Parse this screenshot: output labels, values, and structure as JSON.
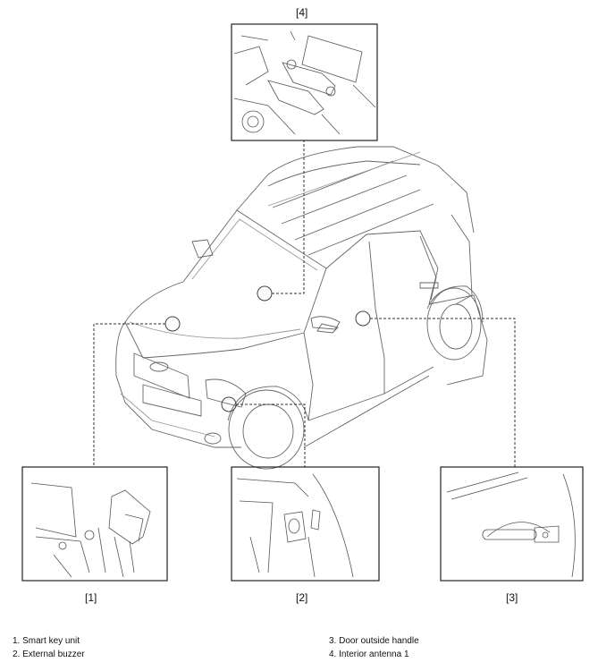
{
  "callouts": {
    "c1": "[1]",
    "c2": "[2]",
    "c3": "[3]",
    "c4": "[4]"
  },
  "legend": {
    "left": [
      "1. Smart key unit",
      "2. External buzzer"
    ],
    "right": [
      "3. Door outside handle",
      "4. Interior antenna 1"
    ]
  }
}
